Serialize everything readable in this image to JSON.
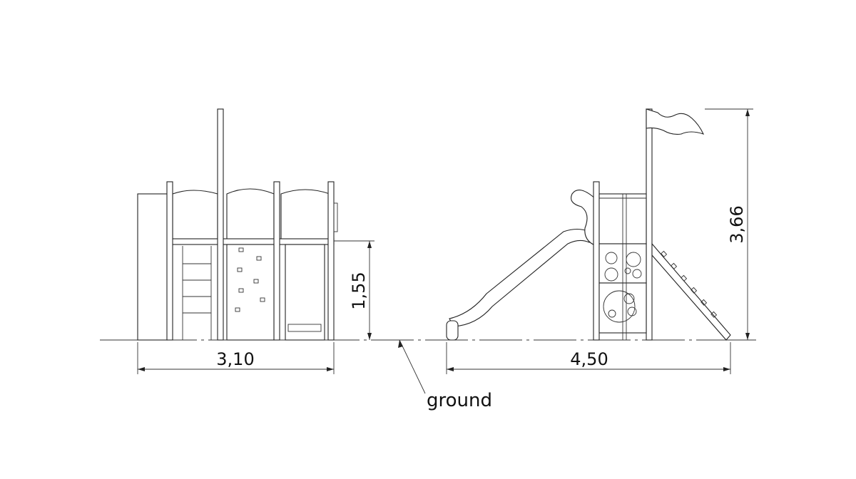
{
  "dimensions": {
    "front_width": "3,10",
    "platform_height": "1,55",
    "side_width": "4,50",
    "total_height": "3,66"
  },
  "labels": {
    "ground": "ground"
  }
}
